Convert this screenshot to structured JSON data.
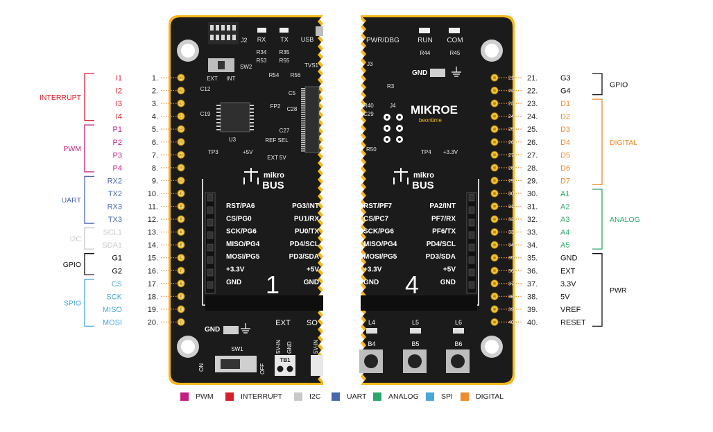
{
  "colors": {
    "interrupt": "#d71f2c",
    "pwm": "#c21f7e",
    "uart": "#4a66ad",
    "i2c": "#c8c8c8",
    "gpio": "#111111",
    "spi": "#4aa8d8",
    "digital": "#ef8a2d",
    "analog": "#2aa76a",
    "pwr": "#111111",
    "board": "#1b1b1b",
    "board_edge": "#f5b81a",
    "pin": "#f2c233"
  },
  "left_pins": [
    {
      "num": "1.",
      "name": "I1",
      "g": "interrupt"
    },
    {
      "num": "2.",
      "name": "I2",
      "g": "interrupt"
    },
    {
      "num": "3.",
      "name": "I3",
      "g": "interrupt"
    },
    {
      "num": "4.",
      "name": "I4",
      "g": "interrupt"
    },
    {
      "num": "5.",
      "name": "P1",
      "g": "pwm"
    },
    {
      "num": "6.",
      "name": "P2",
      "g": "pwm"
    },
    {
      "num": "7.",
      "name": "P3",
      "g": "pwm"
    },
    {
      "num": "8.",
      "name": "P4",
      "g": "pwm"
    },
    {
      "num": "9.",
      "name": "RX2",
      "g": "uart"
    },
    {
      "num": "10.",
      "name": "TX2",
      "g": "uart"
    },
    {
      "num": "11.",
      "name": "RX3",
      "g": "uart"
    },
    {
      "num": "12.",
      "name": "TX3",
      "g": "uart"
    },
    {
      "num": "13.",
      "name": "SCL1",
      "g": "i2c"
    },
    {
      "num": "14.",
      "name": "SDA1",
      "g": "i2c"
    },
    {
      "num": "15.",
      "name": "G1",
      "g": "gpio"
    },
    {
      "num": "16.",
      "name": "G2",
      "g": "gpio"
    },
    {
      "num": "17.",
      "name": "CS",
      "g": "spi"
    },
    {
      "num": "18.",
      "name": "SCK",
      "g": "spi"
    },
    {
      "num": "19.",
      "name": "MISO",
      "g": "spi"
    },
    {
      "num": "20.",
      "name": "MOSI",
      "g": "spi"
    }
  ],
  "right_pins": [
    {
      "num": "21.",
      "name": "G3",
      "g": "gpio"
    },
    {
      "num": "22.",
      "name": "G4",
      "g": "gpio"
    },
    {
      "num": "23.",
      "name": "D1",
      "g": "digital"
    },
    {
      "num": "24.",
      "name": "D2",
      "g": "digital"
    },
    {
      "num": "25.",
      "name": "D3",
      "g": "digital"
    },
    {
      "num": "26.",
      "name": "D4",
      "g": "digital"
    },
    {
      "num": "27.",
      "name": "D5",
      "g": "digital"
    },
    {
      "num": "28.",
      "name": "D6",
      "g": "digital"
    },
    {
      "num": "29.",
      "name": "D7",
      "g": "digital"
    },
    {
      "num": "30.",
      "name": "A1",
      "g": "analog"
    },
    {
      "num": "31.",
      "name": "A2",
      "g": "analog"
    },
    {
      "num": "32.",
      "name": "A3",
      "g": "analog"
    },
    {
      "num": "33.",
      "name": "A4",
      "g": "analog"
    },
    {
      "num": "34.",
      "name": "A5",
      "g": "analog"
    },
    {
      "num": "35.",
      "name": "GND",
      "g": "pwr"
    },
    {
      "num": "36.",
      "name": "EXT",
      "g": "pwr"
    },
    {
      "num": "37.",
      "name": "3.3V",
      "g": "pwr"
    },
    {
      "num": "38.",
      "name": "5V",
      "g": "pwr"
    },
    {
      "num": "39.",
      "name": "VREF",
      "g": "pwr"
    },
    {
      "num": "40.",
      "name": "RESET",
      "g": "pwr"
    }
  ],
  "left_groups": [
    {
      "label": "INTERRUPT",
      "g": "interrupt",
      "from": 0,
      "to": 3
    },
    {
      "label": "PWM",
      "g": "pwm",
      "from": 4,
      "to": 7
    },
    {
      "label": "UART",
      "g": "uart",
      "from": 8,
      "to": 11
    },
    {
      "label": "I2C",
      "g": "i2c",
      "from": 12,
      "to": 13
    },
    {
      "label": "GPIO",
      "g": "gpio",
      "from": 14,
      "to": 15
    },
    {
      "label": "SPIO",
      "g": "spi",
      "from": 16,
      "to": 19
    }
  ],
  "right_groups": [
    {
      "label": "GPIO",
      "g": "gpio",
      "from": 0,
      "to": 1
    },
    {
      "label": "DIGITAL",
      "g": "digital",
      "from": 2,
      "to": 8
    },
    {
      "label": "ANALOG",
      "g": "analog",
      "from": 9,
      "to": 13
    },
    {
      "label": "PWR",
      "g": "pwr",
      "from": 14,
      "to": 19
    }
  ],
  "board_left": {
    "top_labels": [
      "J2",
      "RX",
      "TX",
      "USB",
      "R34",
      "R35",
      "R53",
      "R55",
      "SW2",
      "R54",
      "R56",
      "TVS1",
      "EXT",
      "INT",
      "C12",
      "C5",
      "C19",
      "FP2",
      "C28",
      "U3",
      "C27",
      "REF SEL",
      "EXT 5V",
      "TP3",
      "+5V"
    ],
    "mikrobus_logo": "mikro",
    "mikrobus_logo2": "BUS",
    "socket_left": [
      "RST/PA6",
      "CS/PG0",
      "SCK/PG6",
      "MISO/PG4",
      "MOSI/PG5",
      "+3.3V",
      "GND"
    ],
    "socket_right": [
      "PG3/INT",
      "PU1/RX",
      "PU0/TX",
      "PD4/SCL",
      "PD3/SDA",
      "+5V",
      "GND"
    ],
    "socket_number": "1",
    "gnd_label": "GND",
    "ext_label": "EXT",
    "sw1_label": "SW1",
    "on_label": "ON",
    "off_label": "OFF",
    "vin_label": "5V-IN",
    "gnd2_label": "GND",
    "tb1_label": "TB1",
    "sol_label": "SO"
  },
  "board_right": {
    "top_labels": [
      "PWR/DBG",
      "RUN",
      "COM",
      "R44",
      "R45",
      "J3",
      "GND",
      "R3",
      "R40",
      "C29",
      "J4",
      "R50",
      "TP4",
      "+3.3V"
    ],
    "brand": "MIKROE",
    "tagline": "beontime",
    "mikrobus_logo": "mikro",
    "mikrobus_logo2": "BUS",
    "socket_left": [
      "RST/PF7",
      "CS/PC7",
      "SCK/PG6",
      "MISO/PG4",
      "MOSI/PG5",
      "+3.3V",
      "GND"
    ],
    "socket_right": [
      "PA2/INT",
      "PF7/RX",
      "PF6/TX",
      "PD4/SCL",
      "PD3/SDA",
      "+5V",
      "GND"
    ],
    "socket_number": "4",
    "leds": [
      "L4",
      "L5",
      "L6"
    ],
    "buttons": [
      "B4",
      "B5",
      "B6"
    ]
  },
  "legend": [
    {
      "label": "PWM",
      "g": "pwm"
    },
    {
      "label": "INTERRUPT",
      "g": "interrupt"
    },
    {
      "label": "I2C",
      "g": "i2c"
    },
    {
      "label": "UART",
      "g": "uart"
    },
    {
      "label": "ANALOG",
      "g": "analog"
    },
    {
      "label": "SPI",
      "g": "spi"
    },
    {
      "label": "DIGITAL",
      "g": "digital"
    }
  ]
}
